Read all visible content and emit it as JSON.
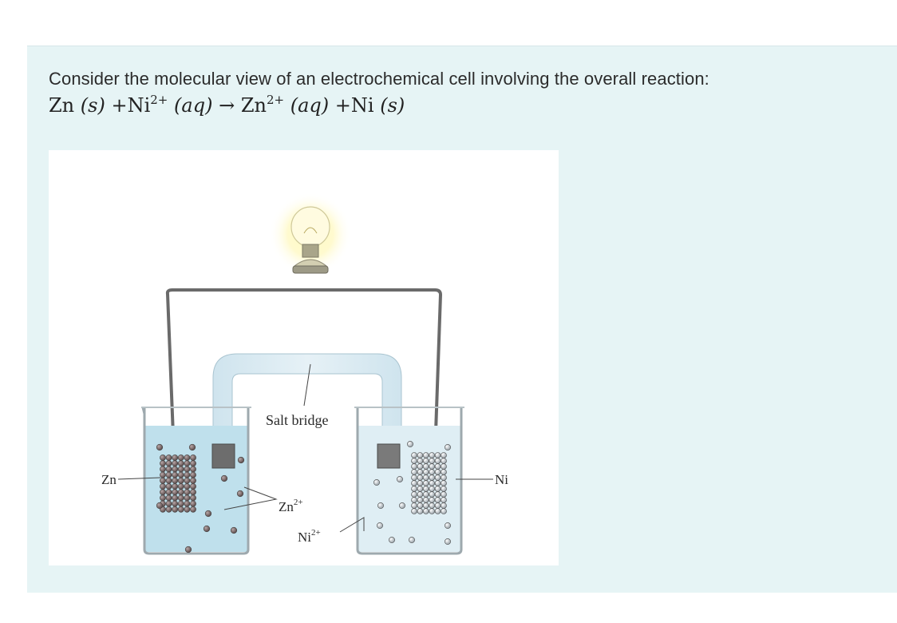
{
  "question": {
    "prompt": "Consider the molecular view of an electrochemical cell involving the overall reaction:",
    "equation": {
      "reactant1": "Zn",
      "reactant1_state": "(s)",
      "reactant2": "Ni",
      "reactant2_charge": "2+",
      "reactant2_state": "(aq)",
      "arrow": "→",
      "product1": "Zn",
      "product1_charge": "2+",
      "product1_state": "(aq)",
      "product2": "Ni",
      "product2_state": "(s)"
    }
  },
  "figure": {
    "label_salt_bridge": "Salt bridge",
    "label_zn": "Zn",
    "label_ni": "Ni",
    "label_zn_ion": "Zn",
    "label_zn_ion_charge": "2+",
    "label_ni_ion": "Ni",
    "label_ni_ion_charge": "2+"
  },
  "colors": {
    "panel_bg": "#e6f4f5",
    "solution_left": "#bfe0ec",
    "solution_right": "#dfeef4",
    "wire": "#6a6a6a",
    "zn_atom": "#7a6a6a",
    "ni_atom": "#bfc6cc"
  }
}
